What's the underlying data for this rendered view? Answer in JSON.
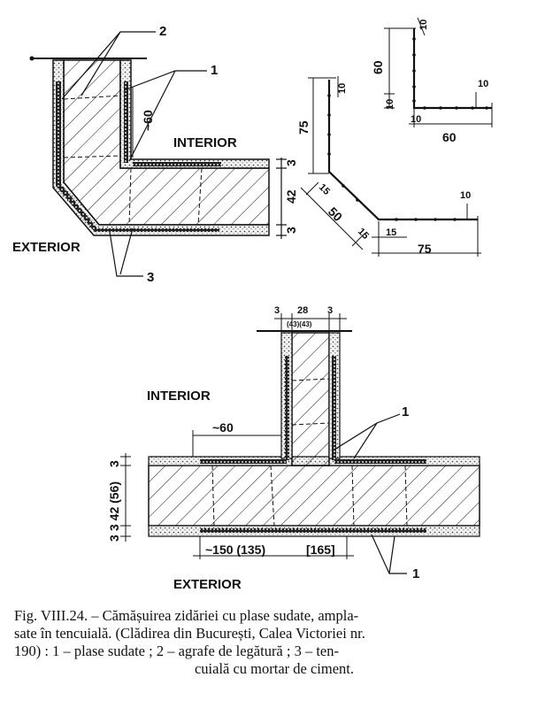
{
  "labels": {
    "interior": "INTERIOR",
    "exterior": "EXTERIOR"
  },
  "callouts": {
    "one": "1",
    "two": "2",
    "three": "3"
  },
  "top_left_dims": {
    "approx_60": "~60",
    "d3_top": "3",
    "d42": "42",
    "d3_bottom": "3"
  },
  "top_right_dims": {
    "d10_top": "10",
    "d60_vertical": "60",
    "d10_left": "10",
    "d10_right": "10",
    "d10_lower": "10",
    "d60_horizontal": "60",
    "d10_angle_top": "10",
    "d75_vertical": "75",
    "d15_upper": "15",
    "d50": "50",
    "d15_lower": "15",
    "d15_bottom": "15",
    "d75_horizontal": "75",
    "d10_angle_right": "10"
  },
  "bottom_dims": {
    "d3_left": "3",
    "d28": "28",
    "d3_right": "3",
    "d_paren": "(43)(43)",
    "approx_60": "~60",
    "d3_top": "3",
    "d42_56": "3 42 (56)",
    "d3_bottom": "3",
    "span": "~150 (135)",
    "span_bracket": "[165]"
  },
  "caption": {
    "line1": "Fig. VIII.24. – Cămășuirea  zidăriei cu plase sudate, ampla-",
    "line2": "sate în tencuială. (Clădirea din București, Calea Victoriei nr.",
    "line3": "190) : 1 – plase  sudate ; 2 – agrafe de legătură ; 3 – ten-",
    "line4": "cuială cu mortar de ciment."
  },
  "colors": {
    "ink": "#111111",
    "plaster_fill": "#e8e8e8",
    "paper": "#ffffff"
  }
}
